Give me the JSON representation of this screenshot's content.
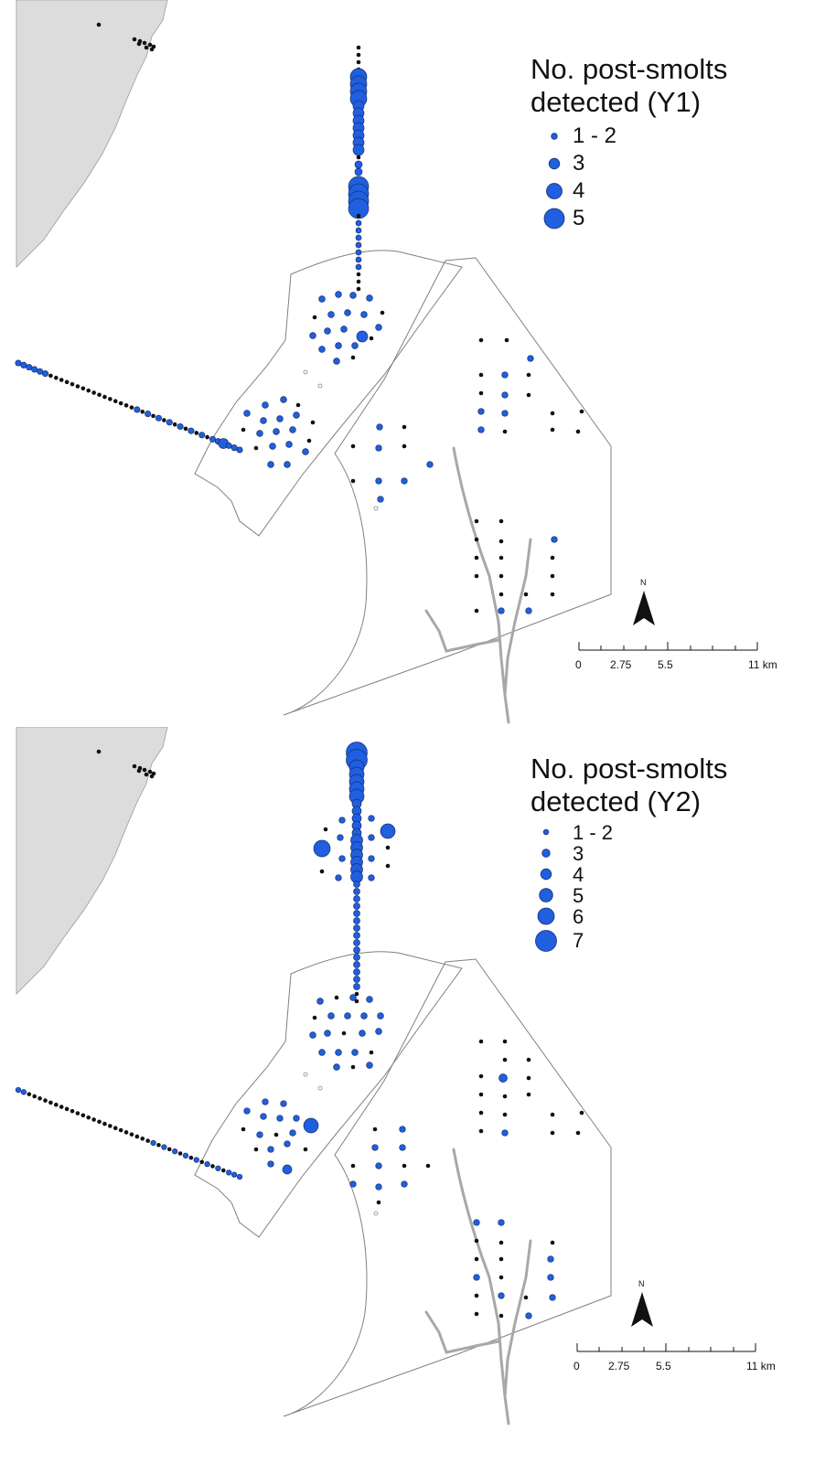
{
  "symbol_color": "#1f5fe0",
  "receiver_color": "#111111",
  "land_color": "#dcdcdc",
  "panels": [
    {
      "id": "Y1",
      "legend": {
        "title_line1": "No. post-smolts",
        "title_line2": "detected (Y1)",
        "items": [
          {
            "label": "1 - 2",
            "size": 1
          },
          {
            "label": "3",
            "size": 3
          },
          {
            "label": "4",
            "size": 4
          },
          {
            "label": "5",
            "size": 5
          }
        ]
      },
      "north_label": "N",
      "scale_labels": [
        "0",
        "2.75",
        "5.5",
        "11 km"
      ]
    },
    {
      "id": "Y2",
      "legend": {
        "title_line1": "No. post-smolts",
        "title_line2": "detected (Y2)",
        "items": [
          {
            "label": "1 - 2",
            "size": 1
          },
          {
            "label": "3",
            "size": 3
          },
          {
            "label": "4",
            "size": 4
          },
          {
            "label": "5",
            "size": 5
          },
          {
            "label": "6",
            "size": 6
          },
          {
            "label": "7",
            "size": 7
          }
        ]
      },
      "north_label": "N",
      "scale_labels": [
        "0",
        "2.75",
        "5.5",
        "11 km"
      ]
    }
  ]
}
